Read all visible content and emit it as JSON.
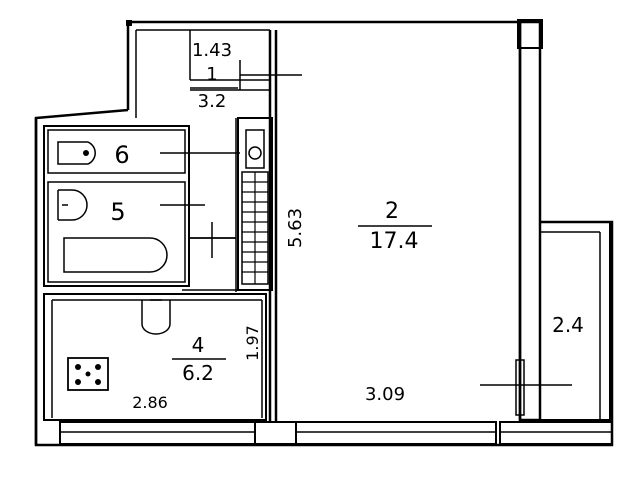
{
  "rooms": [
    {
      "id": "1",
      "area": "3.2"
    },
    {
      "id": "2",
      "area": "17.4"
    },
    {
      "id": "4",
      "area": "6.2"
    },
    {
      "id": "5"
    },
    {
      "id": "6"
    }
  ],
  "dimensions": {
    "top_width": "1.43",
    "room2_height": "5.63",
    "room2_width": "3.09",
    "room4_width": "2.86",
    "room4_height": "1.97",
    "balcony_area": "2.4"
  },
  "colors": {
    "ink": "#000000",
    "background": "#ffffff"
  }
}
